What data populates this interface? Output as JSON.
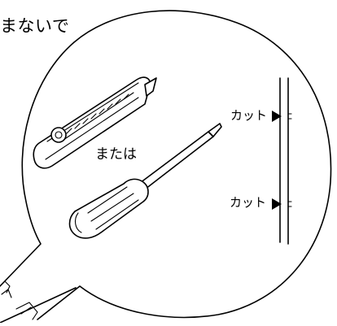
{
  "figure": {
    "top_caption": "まないで",
    "tools_caption": "または",
    "cut_marks": [
      {
        "label": "カット"
      },
      {
        "label": "カット"
      }
    ]
  }
}
